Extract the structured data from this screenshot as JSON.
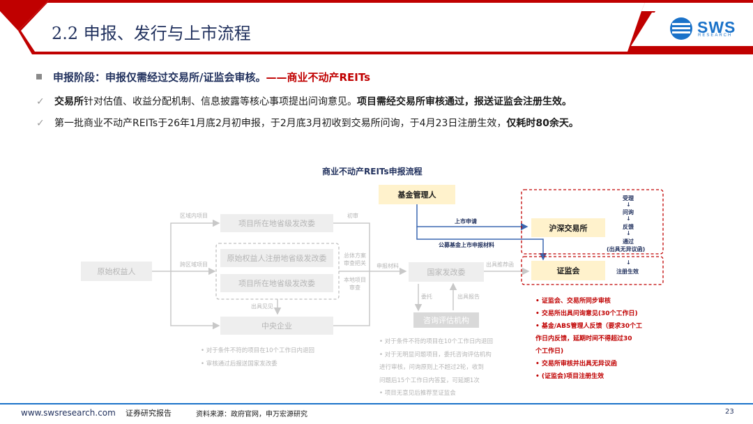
{
  "header": {
    "title": "2.2 申报、发行与上市流程",
    "logo_text": "SWS",
    "logo_sub": "RESEARCH"
  },
  "bullets": {
    "heading_a": "申报阶段：申报仅需经过交易所/证监会审核。",
    "heading_b": "——商业不动产REITs",
    "line1_a": "交易所",
    "line1_b": "针对估值、收益分配机制、信息披露等核心事项提出问询意见。",
    "line1_c": "项目需经交易所审核通过，报送证监会注册生效。",
    "line2_a": "第一批商业不动产REITs于26年1月底2月初申报，于2月底3月初收到交易所问询，于4月23日注册生效，",
    "line2_b": "仅耗时80余天。",
    "tick": "✓"
  },
  "diagram": {
    "title": "商业不动产REITs申报流程",
    "boxes": {
      "fund_manager": "基金管理人",
      "sse": "沪深交易所",
      "csrc": "证监会",
      "original_owner": "原始权益人",
      "prov_dev_1": "项目所在地省级发改委",
      "owner_prov_dev": "原始权益人注册地省级发改委",
      "prov_dev_2": "项目所在地省级发改委",
      "central_soe": "中央企业",
      "ndrc": "国家发改委",
      "consult": "咨询评估机构"
    },
    "labels": {
      "listing_apply": "上市申请",
      "fund_materials": "公募基金上市申报材料",
      "in_region": "区域内项目",
      "cross_region": "跨区域项目",
      "first_review": "初审",
      "overall_plan_1": "总体方案",
      "overall_plan_2": "审查把关",
      "local_proj_1": "本地项目",
      "local_proj_2": "审查",
      "issue_opinion": "出具见见",
      "submit_materials": "申报材料",
      "issue_recommend": "出具推荐函",
      "entrust": "委托",
      "issue_report": "出具报告",
      "flow_accept": "受理",
      "flow_inquiry": "问询",
      "flow_feedback": "反馈",
      "flow_pass": "通过",
      "flow_pass_note": "(出具无异议函)",
      "register_effect": "注册生效",
      "arrow_down": "↓"
    },
    "notes_left": [
      "•   对于条件不符的项目在10个工作日内退回",
      "•   审核通过后报送国家发改委"
    ],
    "notes_mid": [
      "•   对于条件不符的项目在10个工作日内退回",
      "•   对于无明显问题项目，委托咨询评估机构",
      "    进行审核，问询原则上不超过2轮，收到",
      "    问题后15个工作日内答复，可延期1次",
      "•   项目无意见后推荐至证监会"
    ],
    "notes_right": [
      "•   证监会、交易所同步审核",
      "•   交易所出具问询意见(30个工作日)",
      "•   基金/ABS管理人反馈（要求30个工",
      "    作日内反馈，延期时间不得超过30",
      "    个工作日)",
      "•   交易所审核并出具无异议函",
      "•   (证监会)项目注册生效"
    ]
  },
  "footer": {
    "url": "www.swsresearch.com",
    "report_type": "证券研究报告",
    "source": "资料来源：政府官网，申万宏源研究",
    "page": "23"
  },
  "colors": {
    "accent_red": "#c00000",
    "navy": "#1f2f5c",
    "blue": "#1a72c9",
    "highlight_box": "#fff2cc",
    "faded_box": "#eeeeee"
  }
}
